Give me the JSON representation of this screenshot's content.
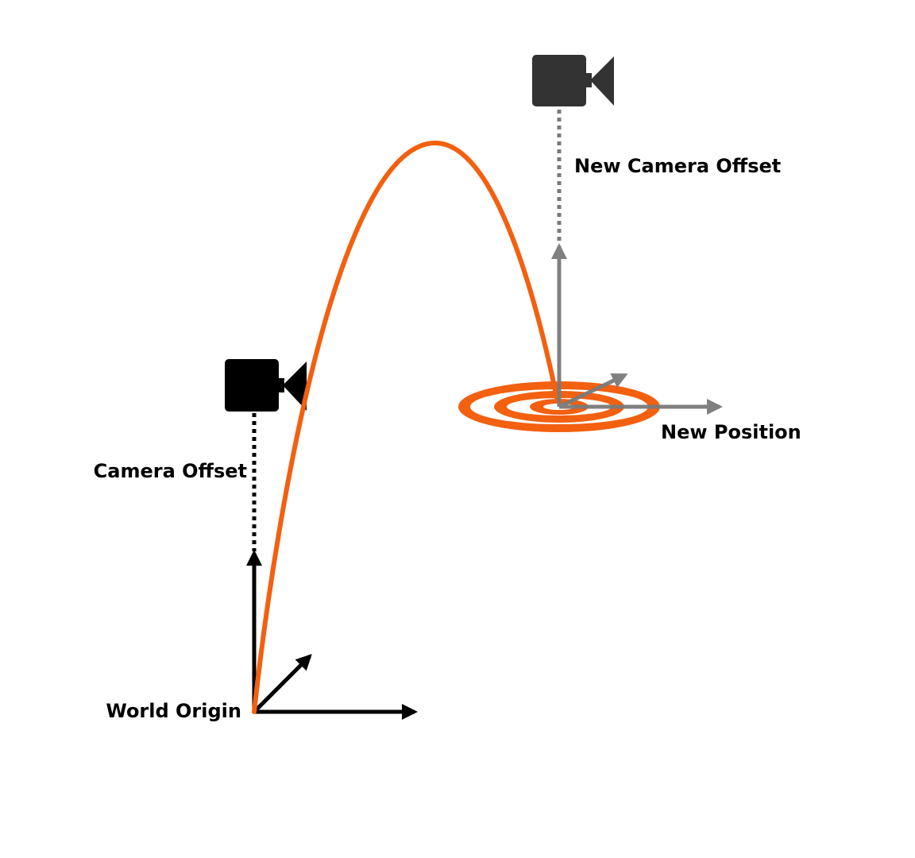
{
  "labels": {
    "world_origin": "World Origin",
    "camera_offset": "Camera Offset",
    "new_camera_offset": "New Camera Offset",
    "new_position": "New Position"
  },
  "colors": {
    "trajectory": "#f26010",
    "origin_axes": "#000000",
    "new_axes": "#7a7a7a",
    "camera_start": "#000000",
    "camera_new": "#333333",
    "offset_dots_start": "#000000",
    "offset_dots_new": "#7a7a7a"
  },
  "icons": {
    "camera_start": "video-camera-icon",
    "camera_new": "video-camera-icon",
    "target": "bullseye-target-icon"
  }
}
